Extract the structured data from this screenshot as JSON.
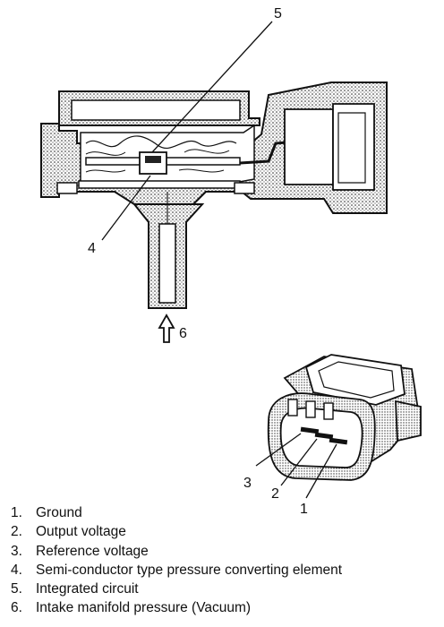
{
  "callouts": {
    "c1": "1",
    "c2": "2",
    "c3": "3",
    "c4": "4",
    "c5": "5",
    "c6": "6"
  },
  "legend": [
    {
      "num": "1.",
      "text": "Ground"
    },
    {
      "num": "2.",
      "text": "Output voltage"
    },
    {
      "num": "3.",
      "text": "Reference voltage"
    },
    {
      "num": "4.",
      "text": "Semi-conductor type pressure converting element"
    },
    {
      "num": "5.",
      "text": "Integrated circuit"
    },
    {
      "num": "6.",
      "text": "Intake manifold pressure (Vacuum)"
    }
  ]
}
